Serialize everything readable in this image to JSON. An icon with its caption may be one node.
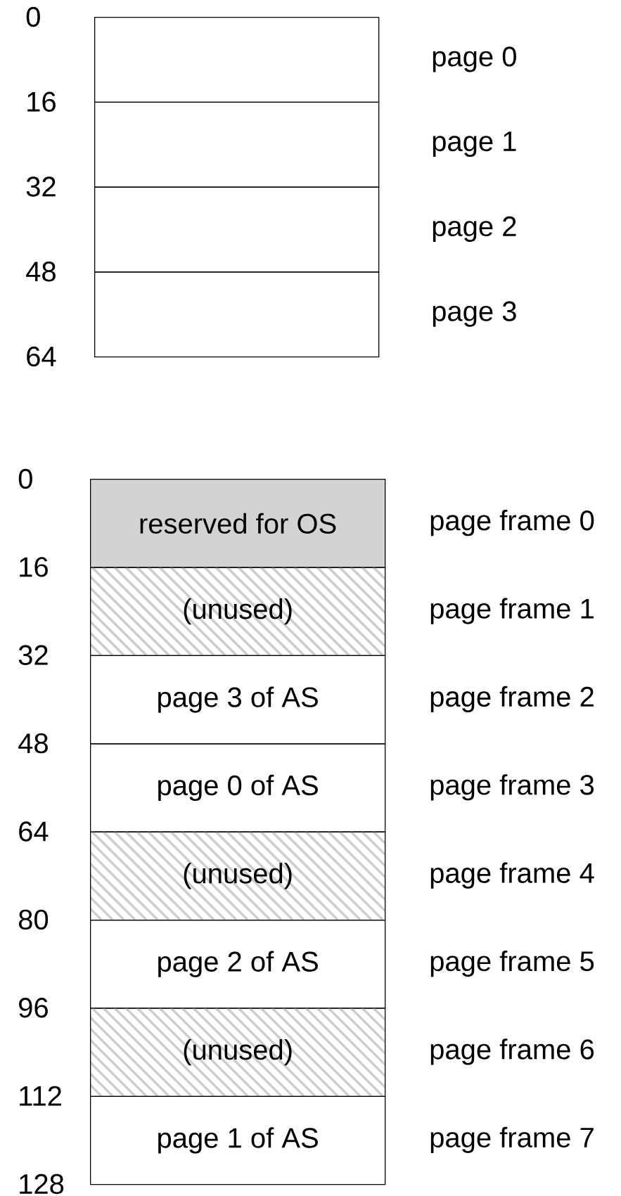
{
  "diagram": {
    "nodes": [
      {
        "text": [],
        "shape": "box",
        "beside": [
          "page 0"
        ]
      },
      {
        "text": [],
        "shape": "box",
        "beside": [
          "page 1"
        ]
      },
      {
        "text": [],
        "shape": "box",
        "beside": [
          "page 2"
        ]
      },
      {
        "text": [],
        "shape": "box",
        "beside": [
          "page 3"
        ]
      },
      {
        "text": [
          "reserved for OS"
        ],
        "beside": [
          "page frame 0"
        ]
      },
      {
        "text": [
          "(unused)"
        ],
        "beside": [
          "page frame 1"
        ]
      },
      {
        "text": [
          "page 3 of AS"
        ],
        "beside": [
          "page frame 2"
        ]
      },
      {
        "text": [
          "page 0 of AS"
        ],
        "beside": [
          "page frame 3"
        ]
      },
      {
        "text": [
          "(unused)"
        ],
        "beside": [
          "page frame 4"
        ]
      },
      {
        "text": [
          "page 2 of AS"
        ],
        "beside": [
          "page frame 5"
        ]
      },
      {
        "text": [
          "(unused)"
        ],
        "beside": [
          "page frame 6"
        ]
      },
      {
        "text": [
          "page 1 of AS"
        ],
        "beside": [
          "page frame 7"
        ]
      }
    ],
    "labels": [
      "0",
      "16",
      "32",
      "48",
      "64",
      "0",
      "16",
      "32",
      "48",
      "64",
      "80",
      "96",
      "112",
      "128"
    ]
  }
}
